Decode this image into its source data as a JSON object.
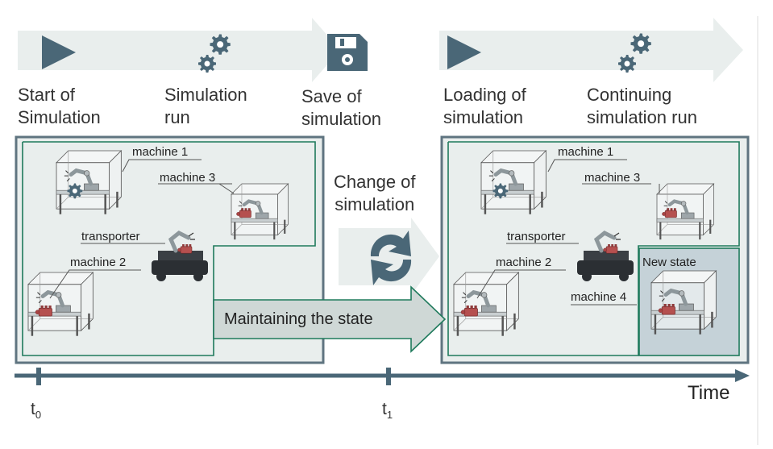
{
  "phase1_labels": {
    "start": "Start of\nSimulation",
    "run": "Simulation\nrun",
    "save": "Save of\nsimulation"
  },
  "phase2_labels": {
    "load": "Loading of\nsimulation",
    "continue": "Continuing\nsimulation run"
  },
  "change_label": "Change of\nsimulation",
  "maintain_label": "Maintaining the state",
  "new_state_label": "New state",
  "machines": {
    "m1": "machine 1",
    "m2": "machine 2",
    "m3": "machine 3",
    "m4": "machine 4",
    "transporter": "transporter"
  },
  "timeline": {
    "label": "Time",
    "t0": {
      "base": "t",
      "sub": "0"
    },
    "t1": {
      "base": "t",
      "sub": "1"
    }
  },
  "colors": {
    "arrow_light": "#e9eeed",
    "icon_dark": "#4a6777",
    "frame": "#5f7480",
    "panel_fill": "#e9eeed",
    "green_line": "#1f7a5c",
    "new_state_fill": "#c5d2d8",
    "maintain_arrow": "#cfd8d6"
  },
  "icons": [
    "play-icon",
    "gears-icon",
    "floppy-disk-icon",
    "refresh-icon",
    "gear-icon",
    "robot-arm-icon",
    "engine-icon"
  ]
}
